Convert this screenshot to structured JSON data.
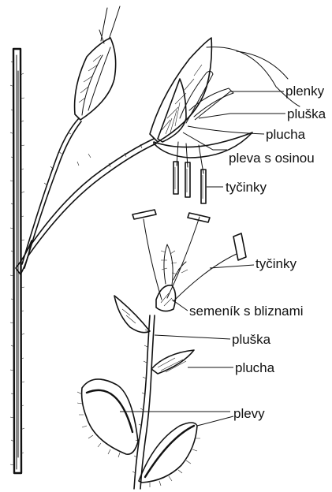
{
  "labels": {
    "plenky": "plenky",
    "pluska_top": "pluška",
    "plucha_top": "plucha",
    "pleva_s_osinou": "pleva s osinou",
    "tycinky_top": "tyčinky",
    "tycinky_bottom": "tyčinky",
    "semenik_s_bliznami": "semeník s bliznami",
    "pluska_bottom": "pluška",
    "plucha_bottom": "plucha",
    "plevy": "plevy"
  },
  "colors": {
    "ink": "#111111",
    "background": "#ffffff"
  }
}
